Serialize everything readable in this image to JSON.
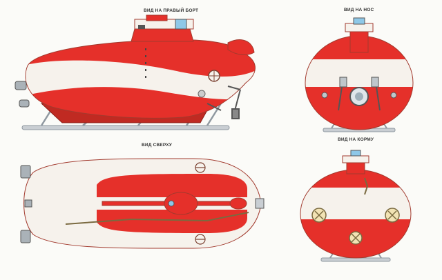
{
  "views": {
    "starboard": {
      "label": "ВИД НА ПРАВЫЙ БОРТ"
    },
    "bow": {
      "label": "ВИД НА НОС"
    },
    "top": {
      "label": "ВИД СВЕРХУ"
    },
    "stern": {
      "label": "ВИД НА КОРМУ"
    }
  },
  "colors": {
    "hull_red": "#e5302a",
    "hull_white": "#f6f2ec",
    "frame_grey": "#9aa3ab",
    "outline": "#a23a2e",
    "background": "#fbfbf8"
  }
}
